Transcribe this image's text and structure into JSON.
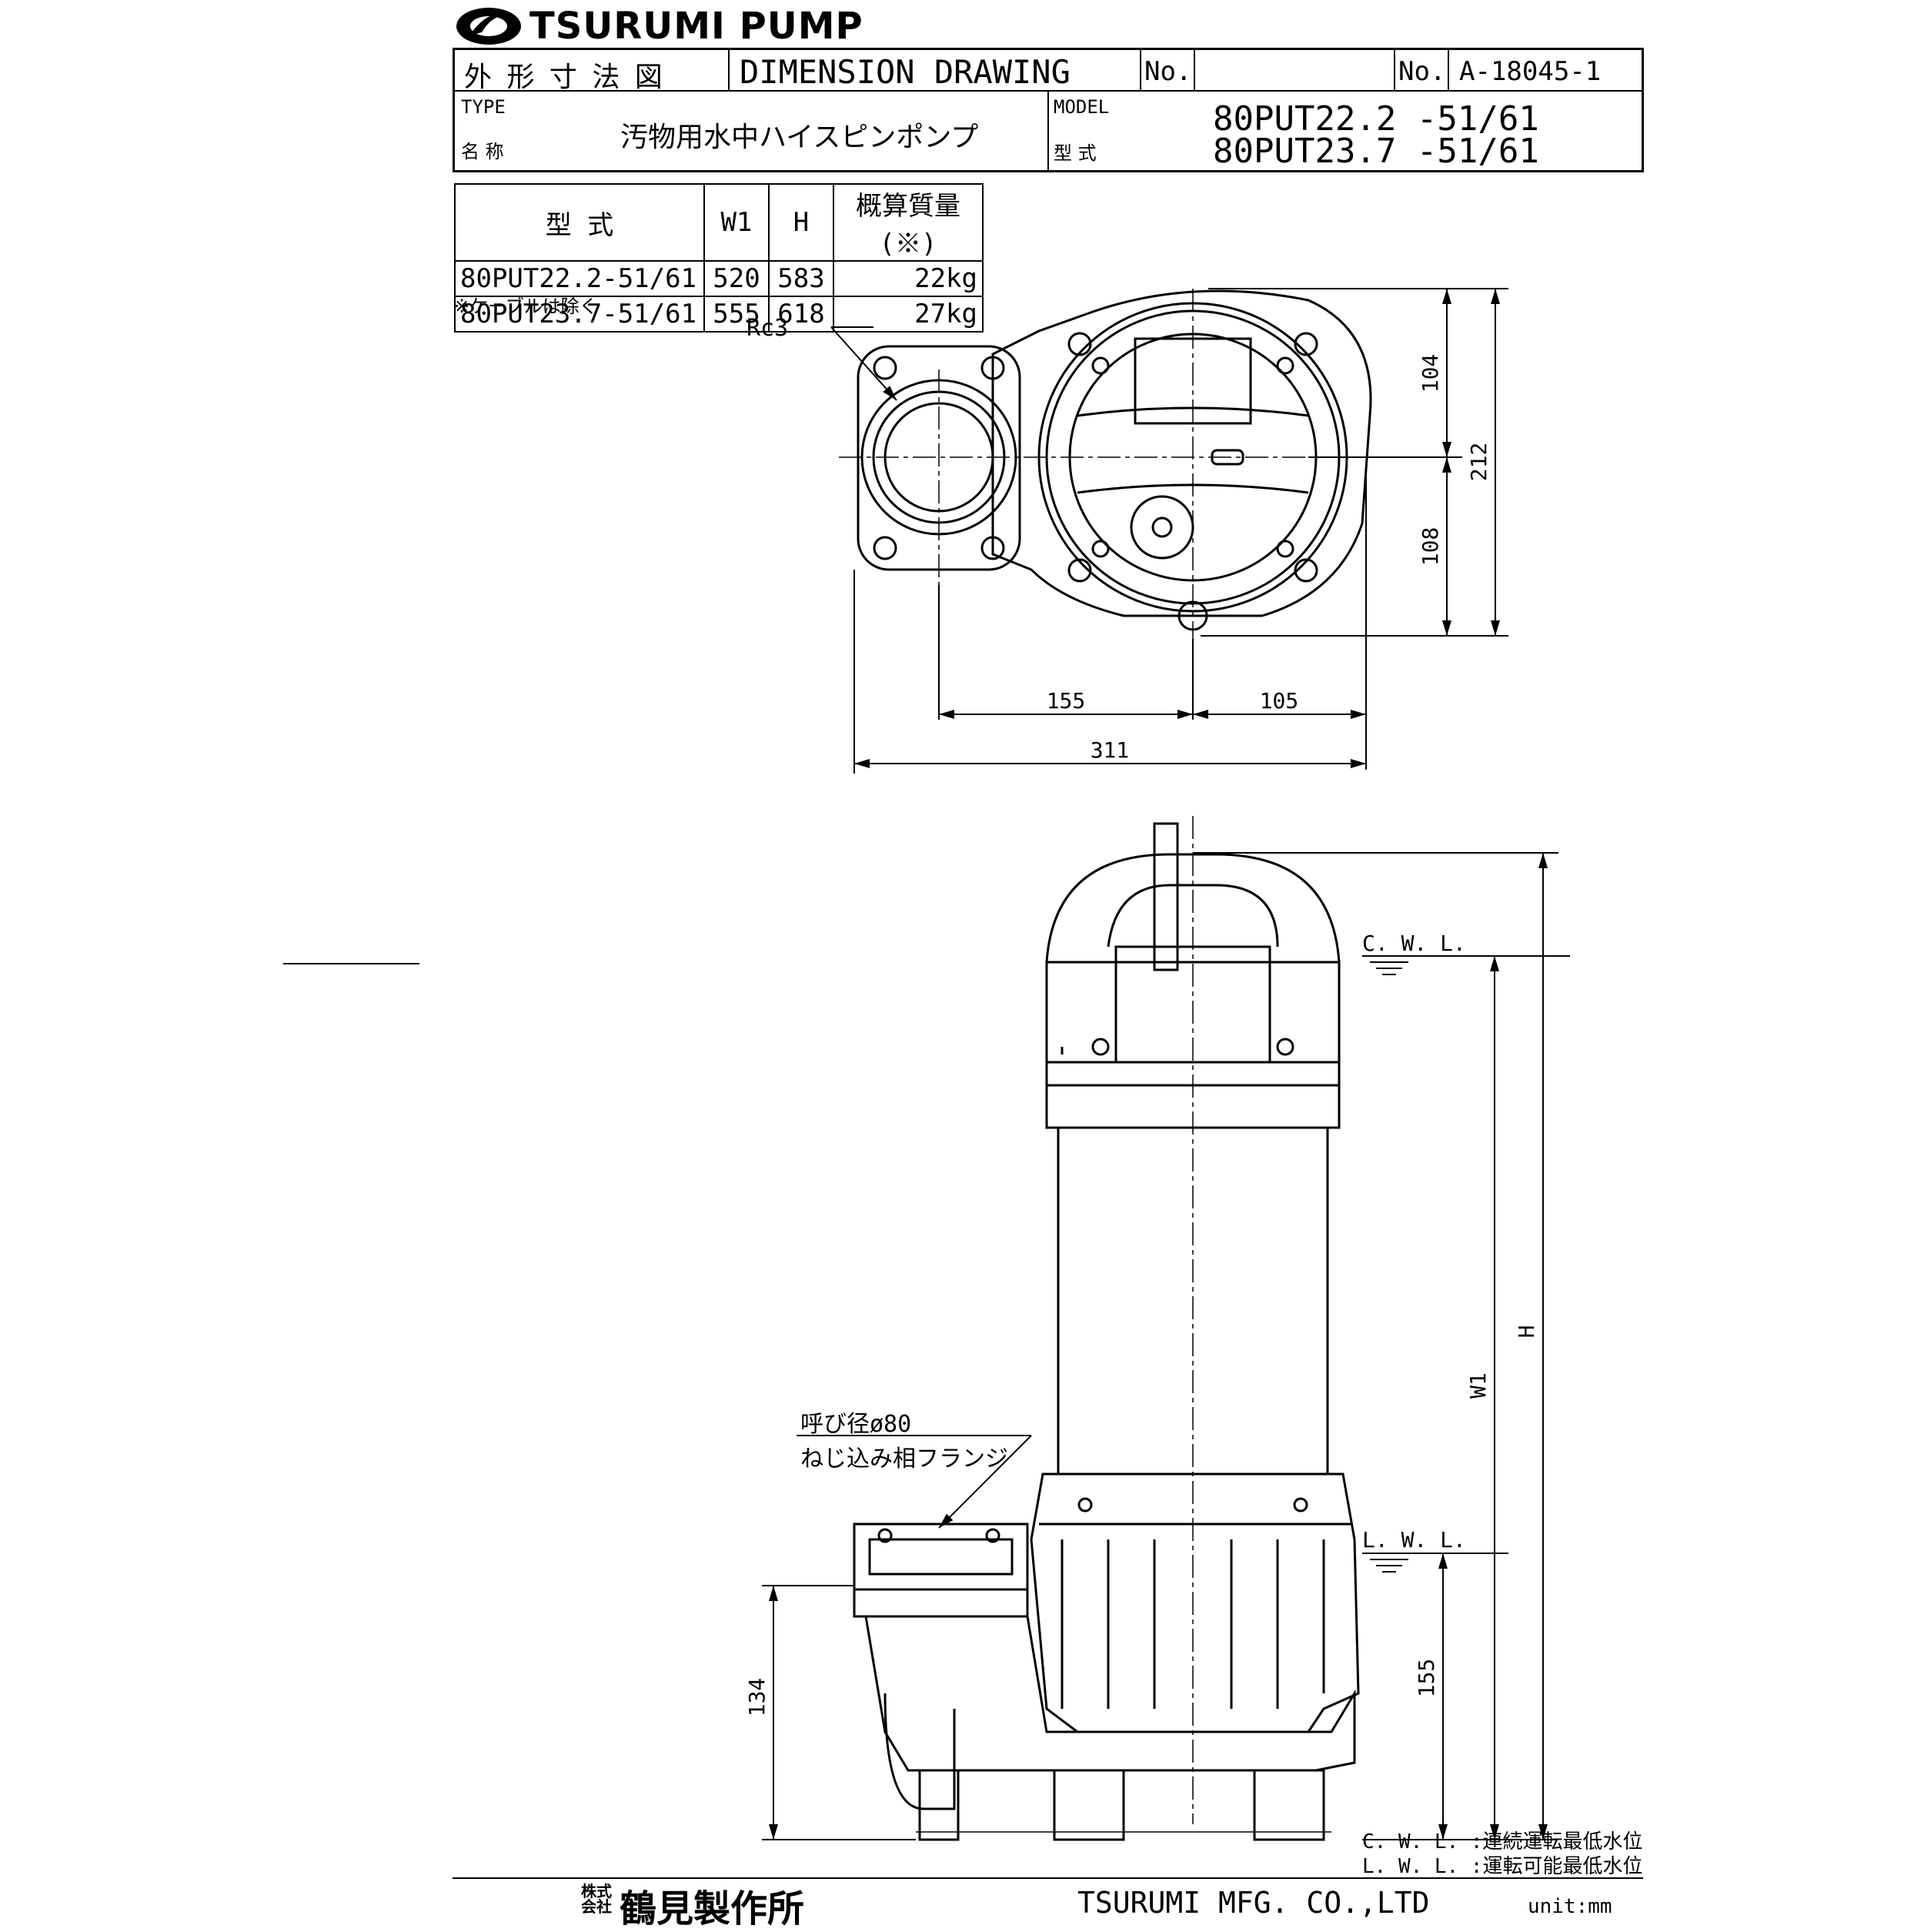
{
  "header": {
    "brand": "TSURUMI PUMP",
    "title_jp": "外 形 寸 法 図",
    "title_en": "DIMENSION DRAWING",
    "no_label_1": "No.",
    "no_value_1": "",
    "no_label_2": "No.",
    "drawing_no": "A-18045-1",
    "type_label_en": "TYPE",
    "type_label_jp": "名 称",
    "type_value": "汚物用水中ハイスピンポンプ",
    "model_label_en": "MODEL",
    "model_label_jp": "型 式",
    "model_1": "80PUT22.2 -51/61",
    "model_2": "80PUT23.7 -51/61"
  },
  "spec_table": {
    "headers": [
      "型 式",
      "W1",
      "H",
      "概算質量 (※)"
    ],
    "rows": [
      [
        "80PUT22.2-51/61",
        "520",
        "583",
        "22kg"
      ],
      [
        "80PUT23.7-51/61",
        "555",
        "618",
        "27kg"
      ]
    ],
    "note": "※ケーブルは除く"
  },
  "top_view": {
    "thread_label": "Rc3",
    "dims": [
      "104",
      "108",
      "212",
      "155",
      "105",
      "311"
    ]
  },
  "side_view": {
    "cwl": "C. W. L.",
    "lwl": "L. W. L.",
    "flange_line1": "呼び径ø80",
    "flange_line2": "ねじ込み相フランジ",
    "dim_w1": "W1",
    "dim_h": "H",
    "dim_155": "155",
    "dim_134": "134"
  },
  "legend": {
    "cwl_note": "C. W. L. :連続運転最低水位",
    "lwl_note": "L. W. L. :運転可能最低水位"
  },
  "footer": {
    "company_small_1": "株式",
    "company_small_2": "会社",
    "company_jp": "鶴見製作所",
    "company_en": "TSURUMI MFG. CO.,LTD",
    "unit": "unit:mm"
  }
}
